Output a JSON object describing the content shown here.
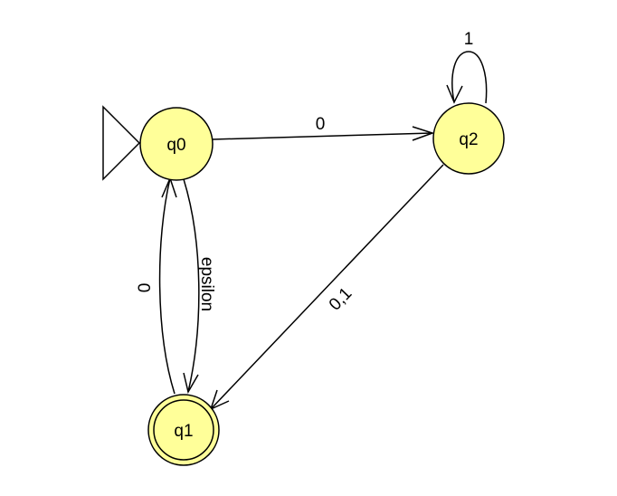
{
  "states": {
    "q0": {
      "label": "q0",
      "initial": true,
      "final": false
    },
    "q1": {
      "label": "q1",
      "initial": false,
      "final": true
    },
    "q2": {
      "label": "q2",
      "initial": false,
      "final": false
    }
  },
  "transitions": {
    "q0_q2": {
      "from": "q0",
      "to": "q2",
      "label": "0"
    },
    "q2_q2": {
      "from": "q2",
      "to": "q2",
      "label": "1"
    },
    "q0_q1": {
      "from": "q0",
      "to": "q1",
      "label": "epsilon"
    },
    "q1_q0": {
      "from": "q1",
      "to": "q0",
      "label": "0"
    },
    "q2_q1": {
      "from": "q2",
      "to": "q1",
      "label": "0,1"
    }
  },
  "colors": {
    "state_fill": "#ffff99",
    "stroke": "#000000",
    "background": "#ffffff"
  }
}
